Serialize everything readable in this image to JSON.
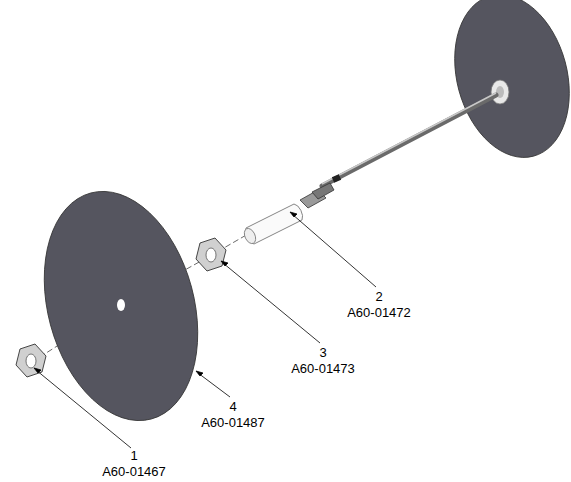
{
  "diagram": {
    "labels": [
      "1",
      "A60-01467",
      "2",
      "A60-01472",
      "3",
      "A60-01473",
      "4",
      "A60-01487"
    ]
  }
}
